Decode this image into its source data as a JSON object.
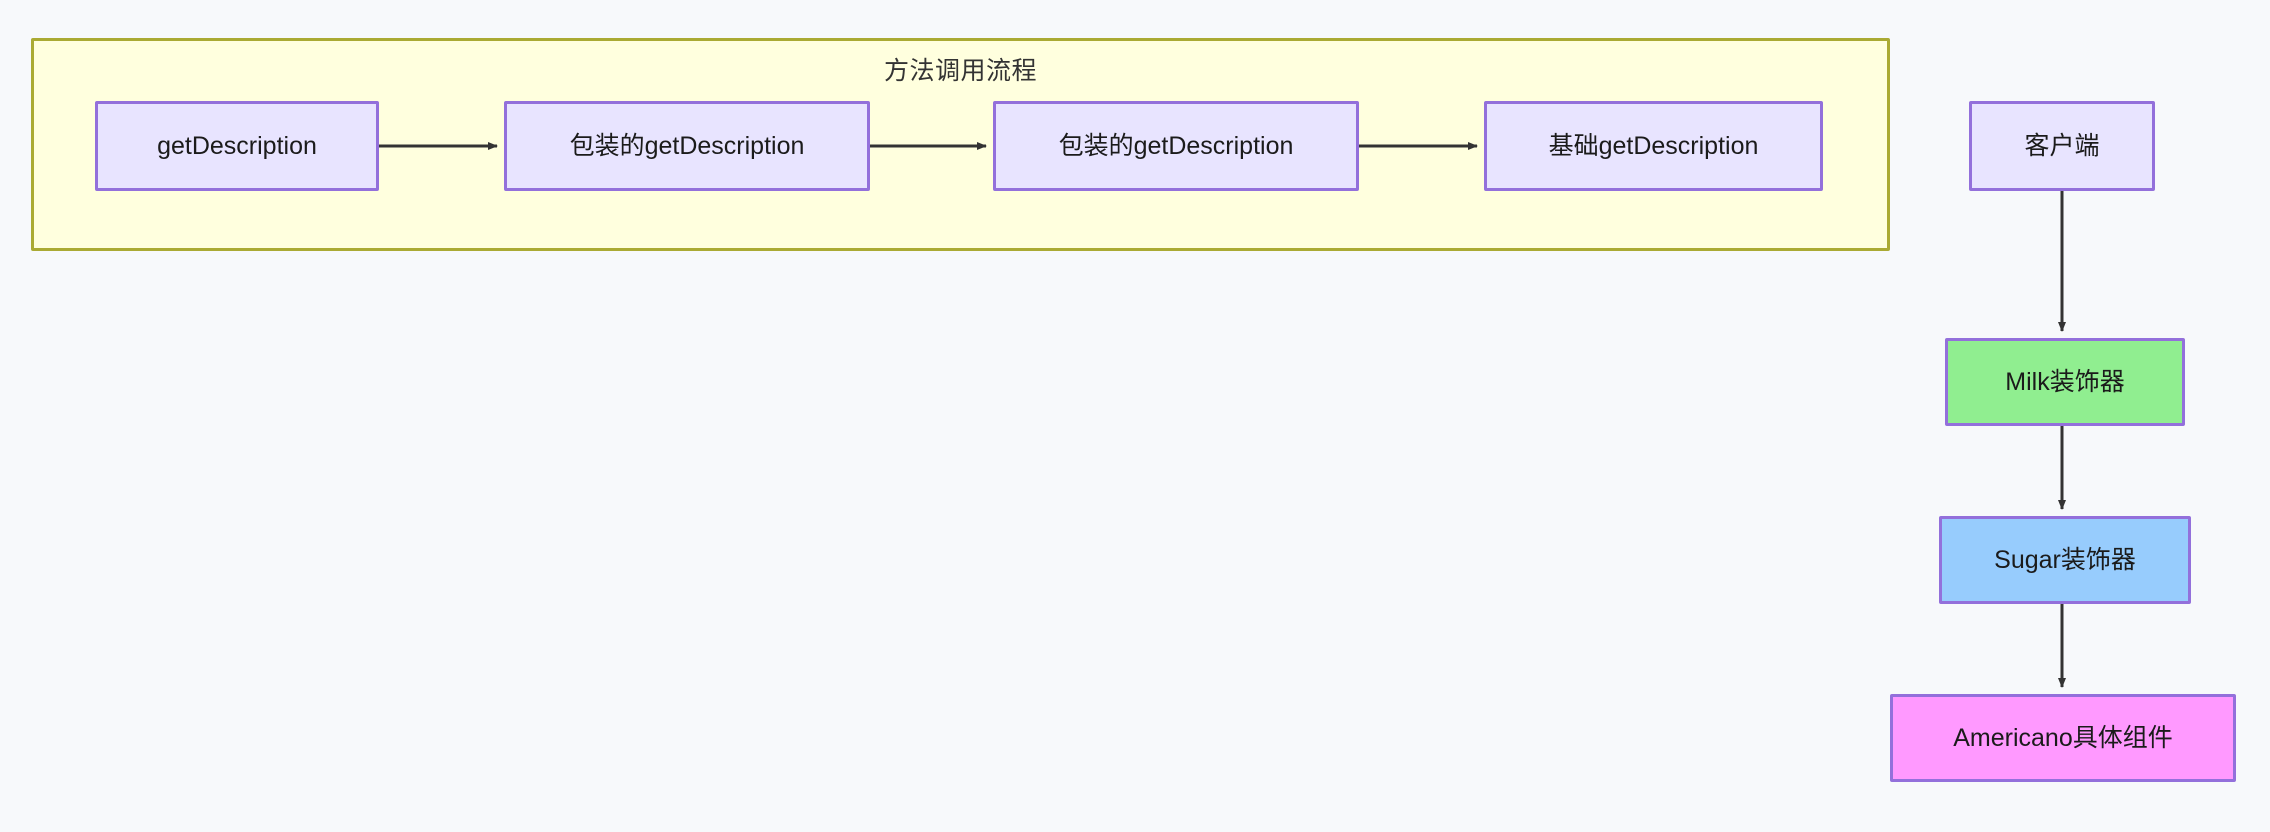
{
  "diagram": {
    "background_color": "#f7f9fb",
    "node_border_color": "#9370db",
    "edge_color": "#333333",
    "subgraph": {
      "title": "方法调用流程",
      "fill_color": "#ffffde",
      "border_color": "#aaaa33",
      "nodes": [
        {
          "id": "getDescription",
          "label": "getDescription",
          "fill_color": "#e8e4ff"
        },
        {
          "id": "wrappedGetDesc1",
          "label": "包装的getDescription",
          "fill_color": "#e8e4ff"
        },
        {
          "id": "wrappedGetDesc2",
          "label": "包装的getDescription",
          "fill_color": "#e8e4ff"
        },
        {
          "id": "baseGetDescription",
          "label": "基础getDescription",
          "fill_color": "#e8e4ff"
        }
      ]
    },
    "chain": {
      "nodes": [
        {
          "id": "client",
          "label": "客户端",
          "fill_color": "#e8e4ff"
        },
        {
          "id": "milk",
          "label": "Milk装饰器",
          "fill_color": "#90ee90"
        },
        {
          "id": "sugar",
          "label": "Sugar装饰器",
          "fill_color": "#97ccfd"
        },
        {
          "id": "americano",
          "label": "Americano具体组件",
          "fill_color": "#ff99ff"
        }
      ]
    }
  }
}
